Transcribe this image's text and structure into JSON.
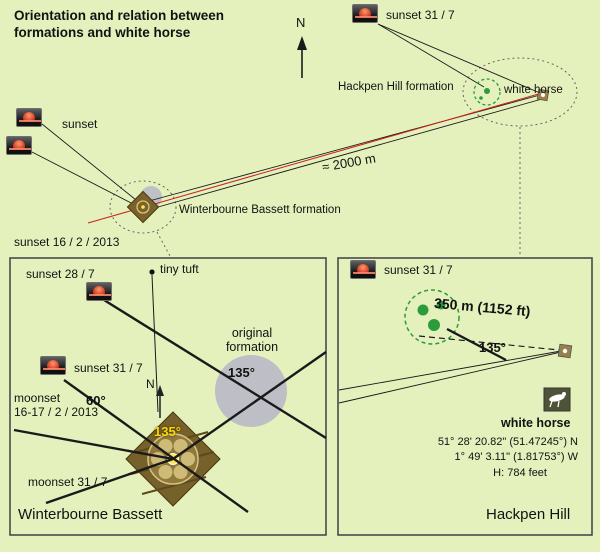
{
  "colors": {
    "background": "#e4f1bd",
    "line": "#1a1a1a",
    "red_line": "#cc2020",
    "green": "#2c9b3c",
    "gray_circle": "#b9b9c7",
    "field_brown": "#77612a",
    "yellow_angle": "#ffd900"
  },
  "header": {
    "title_line1": "Orientation and relation between",
    "title_line2": "formations and white horse"
  },
  "main": {
    "north": "N",
    "sunset_31_7": "sunset 31 / 7",
    "hackpen_formation_label": "Hackpen Hill formation",
    "white_horse_label": "white horse",
    "sunset_label": "sunset",
    "winterbourne_formation_label": "Winterbourne Bassett formation",
    "sunset_16_2_2013": "sunset 16 / 2 / 2013",
    "distance_2000": "≈ 2000 m"
  },
  "left_panel": {
    "sunset_28_7": "sunset 28 / 7",
    "tiny_tuft": "tiny tuft",
    "original_formation": "original\nformation",
    "angle_135": "135°",
    "sunset_31_7": "sunset 31 / 7",
    "moonset_16_17": "moonset\n16-17 / 2 / 2013",
    "angle_60": "60°",
    "north": "N",
    "angle_135_formation": "135°",
    "moonset_31_7": "moonset 31 / 7",
    "panel_title": "Winterbourne Bassett"
  },
  "right_panel": {
    "sunset_31_7": "sunset 31 / 7",
    "distance_350": "350 m (1152 ft)",
    "angle_135": "135°",
    "white_horse_label": "white horse",
    "latitude": "51° 28' 20.82\" (51.47245°) N",
    "longitude": "1° 49' 3.11\" (1.81753°) W",
    "elevation": "H: 784 feet",
    "panel_title": "Hackpen Hill"
  }
}
